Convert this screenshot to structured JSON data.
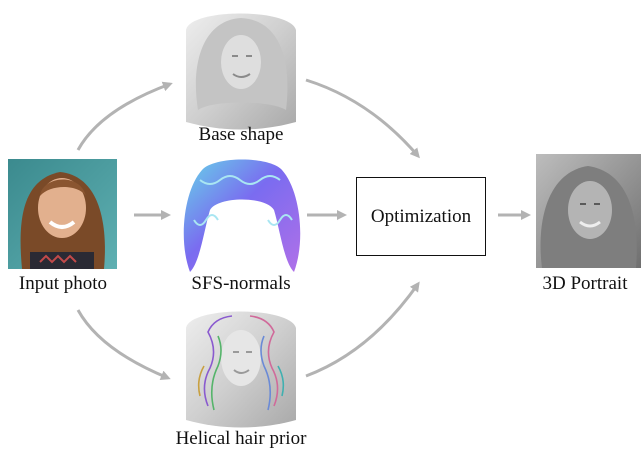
{
  "nodes": {
    "input_photo": "Input photo",
    "base_shape": "Base shape",
    "sfs_normals": "SFS-normals",
    "hair_prior": "Helical hair prior",
    "optimization": "Optimization",
    "portrait": "3D Portrait"
  },
  "colors": {
    "arrow": "#b3b3b3",
    "photo_bg": "#4a9a9e",
    "hair_brown": "#7a4a28",
    "normals_purple": "#7a6cf0",
    "normals_cyan": "#66d4e8",
    "clay": "#cfcfcf",
    "portrait_gray": "#8a8a8a"
  }
}
